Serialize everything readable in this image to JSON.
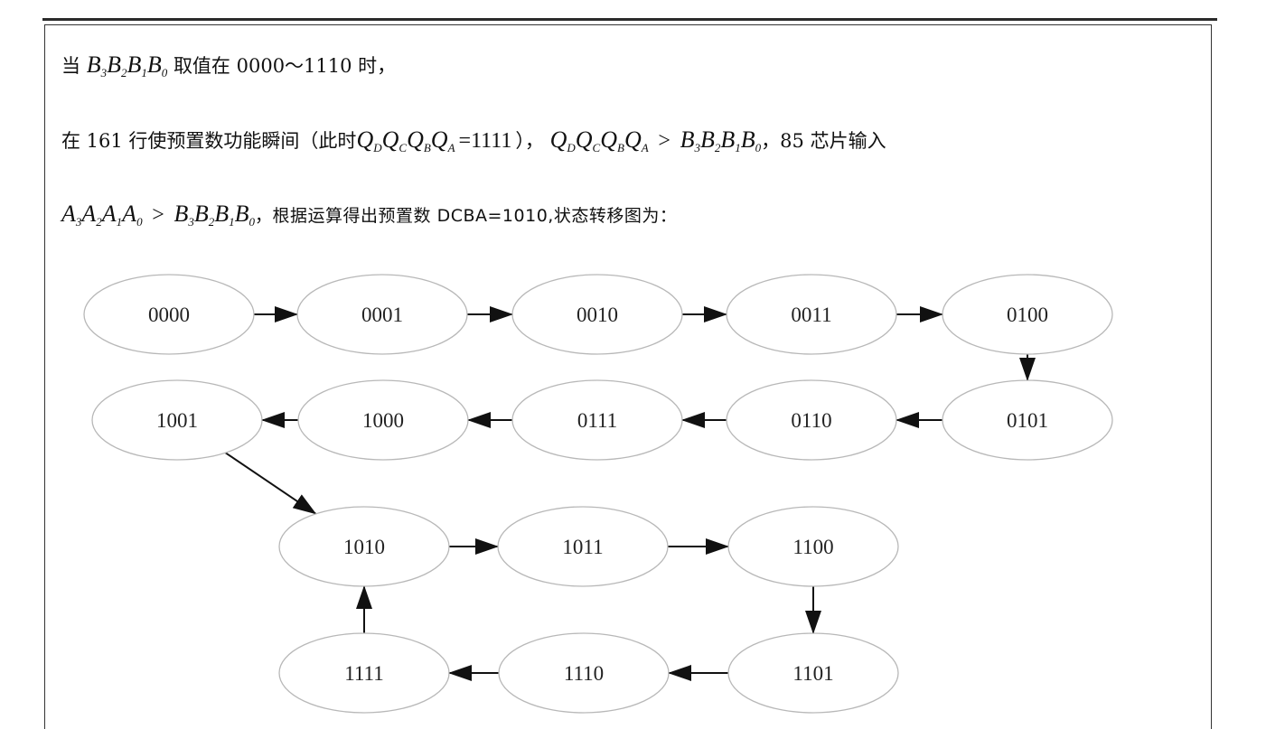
{
  "text": {
    "line1": {
      "prefix": "当",
      "middle": "取值在 0000～1110 时，"
    },
    "line2": {
      "prefix": "在 161 行使预置数功能瞬间（此时",
      "eq_value": "=1111",
      "paren_close": "），",
      "gt": ">",
      "suffix": "，85 芯片输入"
    },
    "line3": {
      "gt": ">",
      "suffix": "，根据运算得出预置数 DCBA=1010,状态转移图为："
    },
    "vars": {
      "B3": {
        "base": "B",
        "sub": "3"
      },
      "B2": {
        "base": "B",
        "sub": "2"
      },
      "B1": {
        "base": "B",
        "sub": "1"
      },
      "B0": {
        "base": "B",
        "sub": "0"
      },
      "QD": {
        "base": "Q",
        "sub": "D"
      },
      "QC": {
        "base": "Q",
        "sub": "C"
      },
      "QB": {
        "base": "Q",
        "sub": "B"
      },
      "QA": {
        "base": "Q",
        "sub": "A"
      },
      "A3": {
        "base": "A",
        "sub": "3"
      },
      "A2": {
        "base": "A",
        "sub": "2"
      },
      "A1": {
        "base": "A",
        "sub": "1"
      },
      "A0": {
        "base": "A",
        "sub": "0"
      }
    }
  },
  "states": {
    "s0000": "0000",
    "s0001": "0001",
    "s0010": "0010",
    "s0011": "0011",
    "s0100": "0100",
    "s0101": "0101",
    "s0110": "0110",
    "s0111": "0111",
    "s1000": "1000",
    "s1001": "1001",
    "s1010": "1010",
    "s1011": "1011",
    "s1100": "1100",
    "s1101": "1101",
    "s1110": "1110",
    "s1111": "1111"
  },
  "transitions": [
    [
      "0000",
      "0001"
    ],
    [
      "0001",
      "0010"
    ],
    [
      "0010",
      "0011"
    ],
    [
      "0011",
      "0100"
    ],
    [
      "0100",
      "0101"
    ],
    [
      "0101",
      "0110"
    ],
    [
      "0110",
      "0111"
    ],
    [
      "0111",
      "1000"
    ],
    [
      "1000",
      "1001"
    ],
    [
      "1001",
      "1010"
    ],
    [
      "1010",
      "1011"
    ],
    [
      "1011",
      "1100"
    ],
    [
      "1100",
      "1101"
    ],
    [
      "1101",
      "1110"
    ],
    [
      "1110",
      "1111"
    ],
    [
      "1111",
      "1010"
    ]
  ],
  "colors": {
    "ellipse_stroke": "#b8b8b8",
    "arrow": "#111111",
    "text": "#222222"
  }
}
